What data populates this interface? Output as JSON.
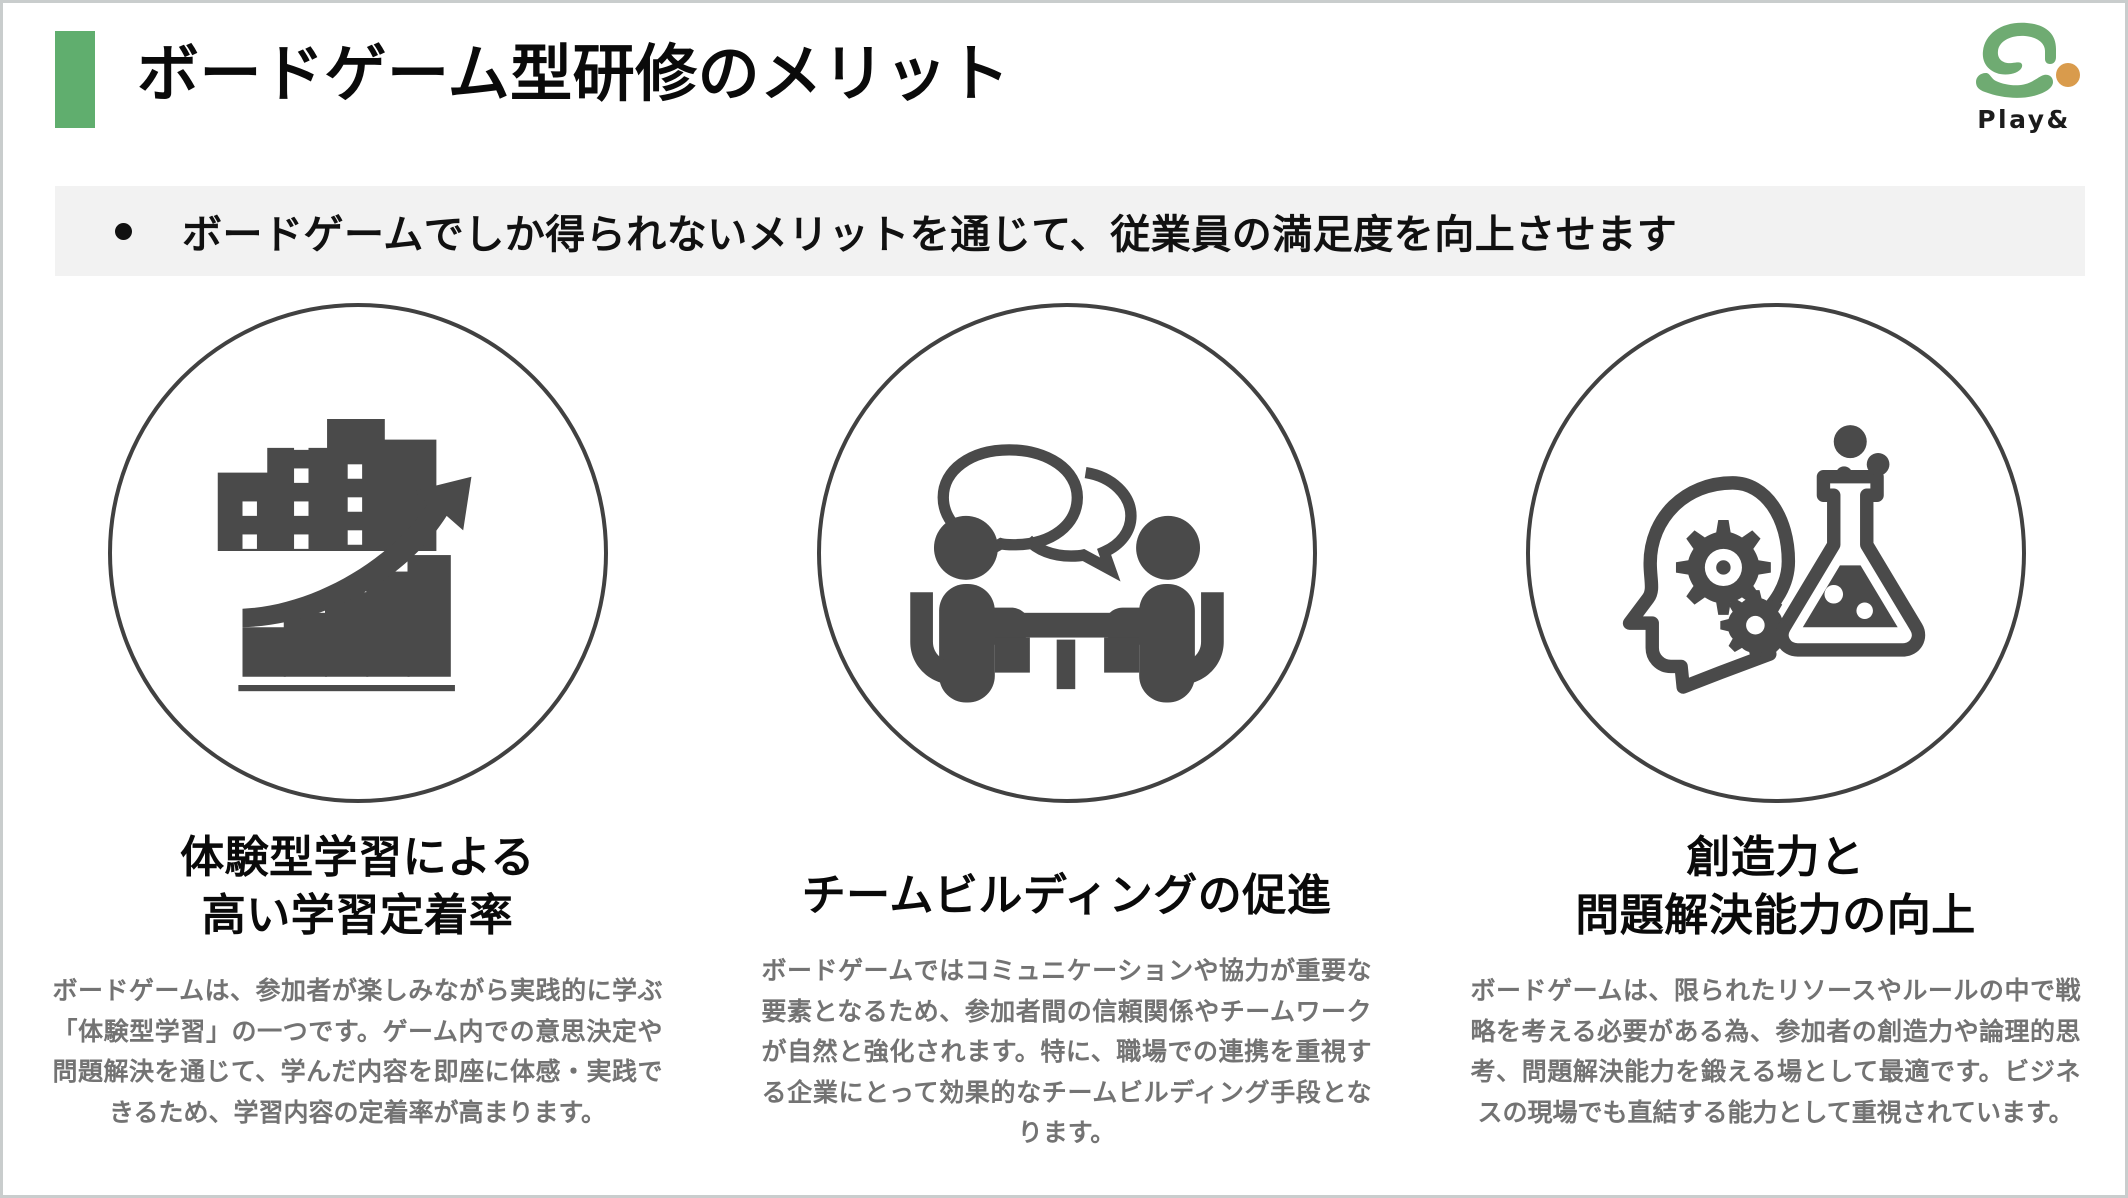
{
  "header": {
    "title": "ボードゲーム型研修のメリット",
    "accent_color": "#60ae6e"
  },
  "logo": {
    "name": "play-and-logo",
    "text": "Play&",
    "mark_color": "#6fab72",
    "dot_color": "#d99b4c"
  },
  "subtitle": {
    "text": "ボードゲームでしか得られないメリットを通じて、従業員の満足度を向上させます",
    "background": "#f2f2f2"
  },
  "columns": [
    {
      "icon": "growth-chart-building-icon",
      "heading": "体験型学習による\n高い学習定着率",
      "body": "ボードゲームは、参加者が楽しみながら実践的に学ぶ「体験型学習」の一つです。ゲーム内での意思決定や問題解決を通じて、学んだ内容を即座に体感・実践できるため、学習内容の定着率が高まります。"
    },
    {
      "icon": "people-meeting-speech-bubbles-icon",
      "heading": "チームビルディングの促進",
      "body": "ボードゲームではコミュニケーションや協力が重要な要素となるため、参加者間の信頼関係やチームワークが自然と強化されます。特に、職場での連携を重視する企業にとって効果的なチームビルディング手段となります。"
    },
    {
      "icon": "head-gears-flask-icon",
      "heading": "創造力と\n問題解決能力の向上",
      "body": "ボードゲームは、限られたリソースやルールの中で戦略を考える必要がある為、参加者の創造力や論理的思考、問題解決能力を鍛える場として最適です。ビジネスの現場でも直結する能力として重視されています。"
    }
  ],
  "theme": {
    "icon_stroke": "#414141",
    "icon_fill": "#4a4a4a",
    "body_text_color": "#737373",
    "slide_border": "#c9cdcd"
  }
}
